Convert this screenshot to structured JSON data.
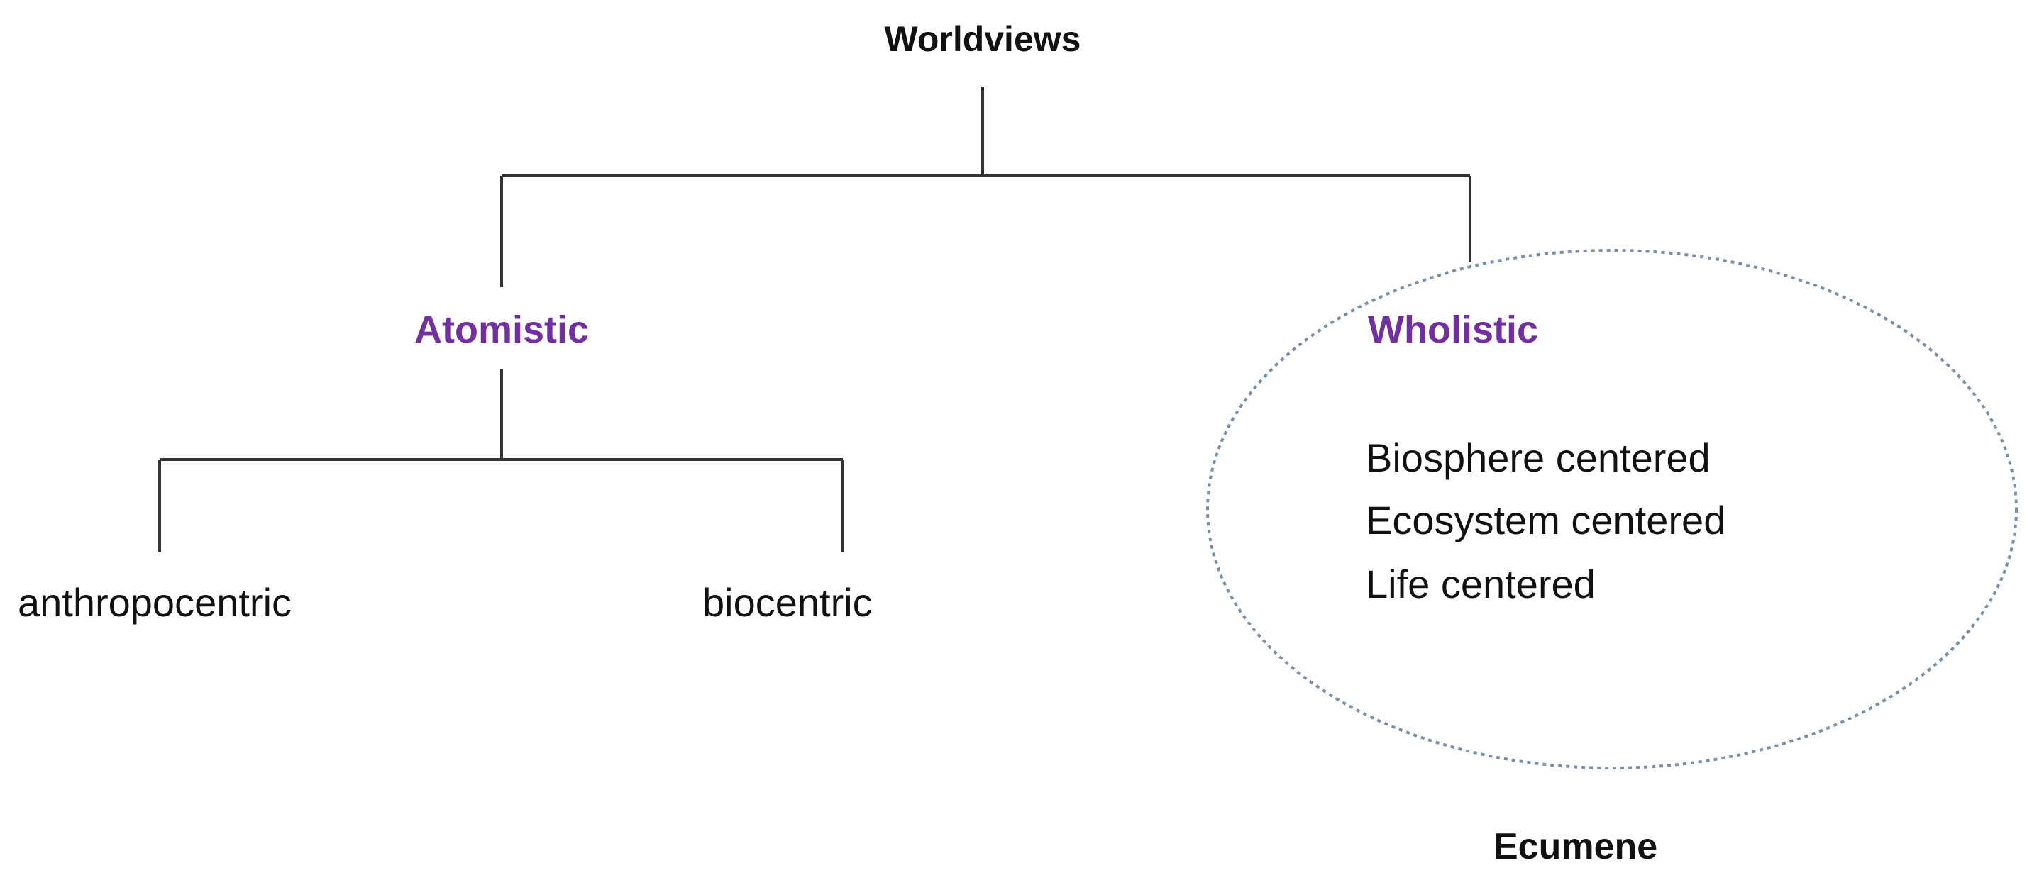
{
  "diagram": {
    "root": "Worldviews",
    "branches": [
      {
        "label": "Atomistic",
        "children": [
          "anthropocentric",
          "biocentric"
        ]
      },
      {
        "label": "Wholistic",
        "items": [
          "Biosphere centered",
          "Ecosystem centered",
          "Life centered"
        ]
      }
    ],
    "footer_label": "Ecumene"
  },
  "colors": {
    "branch_label": "#7030A0",
    "text": "#111111",
    "line": "#333333",
    "ellipse_stroke": "#7a8fa6"
  }
}
